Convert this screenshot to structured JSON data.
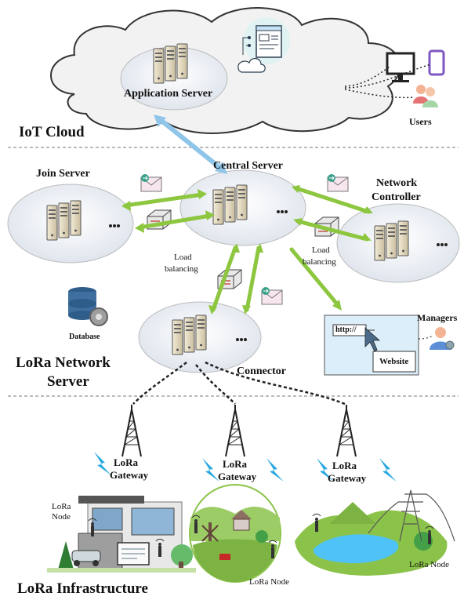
{
  "sections": {
    "iot_cloud": "IoT Cloud",
    "lora_network_server_line1": "LoRa Network",
    "lora_network_server_line2": "Server",
    "lora_infrastructure": "LoRa Infrastructure"
  },
  "nodes": {
    "application_server": "Application Server",
    "users": "Users",
    "join_server": "Join Server",
    "central_server": "Central Server",
    "network_controller_line1": "Network",
    "network_controller_line2": "Controller",
    "database": "Database",
    "connector": "Connector",
    "managers": "Managers",
    "website": "Website",
    "url": "http://"
  },
  "load_balancing": {
    "line1": "Load",
    "line2": "balancing"
  },
  "gateways": [
    {
      "line1": "LoRa",
      "line2": "Gateway"
    },
    {
      "line1": "LoRa",
      "line2": "Gateway"
    },
    {
      "line1": "LoRa",
      "line2": "Gateway"
    }
  ],
  "lora_nodes": {
    "left_line1": "LoRa",
    "left_line2": "Node",
    "middle": "LoRa Node",
    "right": "LoRa Node"
  },
  "colors": {
    "arrow_green": "#8dc63f",
    "arrow_blue": "#8ec5e8",
    "lightning": "#29a8e0",
    "ellipse_fill": "#e9edf3",
    "cloud_fill": "#f2f2f2"
  }
}
